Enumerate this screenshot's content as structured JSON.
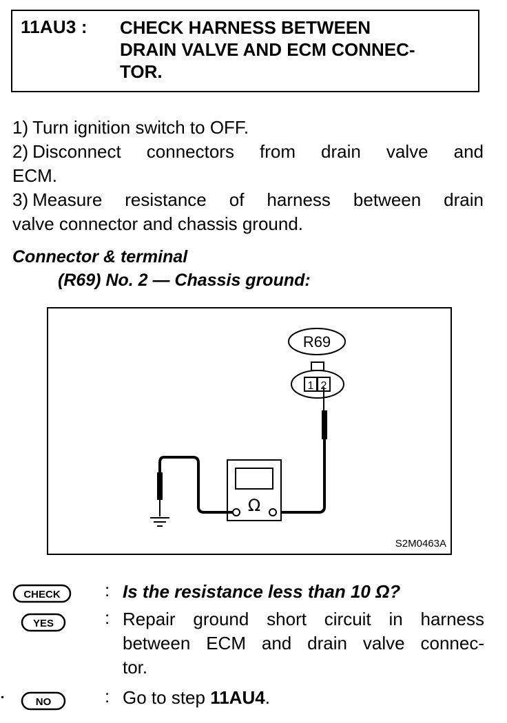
{
  "header": {
    "step_id": "11AU3 :",
    "title_lines": [
      "CHECK HARNESS BETWEEN",
      "DRAIN VALVE AND ECM CONNEC-",
      "TOR."
    ]
  },
  "procedure": [
    {
      "num": "1)",
      "text": "Turn ignition switch to OFF."
    },
    {
      "num": "2)",
      "text_line1": "Disconnect connectors from drain valve and",
      "text_line2": "ECM."
    },
    {
      "num": "3)",
      "text_line1": "Measure resistance of harness between drain",
      "text_line2": "valve connector and chassis ground."
    }
  ],
  "measurement": {
    "label": "Connector & terminal",
    "spec": "(R69) No. 2 — Chassis ground:"
  },
  "diagram": {
    "connector_name": "R69",
    "terminal_1": "1",
    "terminal_2": "2",
    "meter_symbol": "Ω",
    "figure_code": "S2M0463A"
  },
  "check": {
    "badge": "CHECK",
    "colon": ":",
    "question": "Is the resistance less than 10 Ω?"
  },
  "yes": {
    "badge": "YES",
    "colon": ":",
    "line1": "Repair ground short circuit in harness",
    "line2": "between ECM and drain valve connec-",
    "line3": "tor."
  },
  "no": {
    "badge": "NO",
    "colon": ":",
    "prefix": "Go to step ",
    "step": "11AU4",
    "suffix": "."
  }
}
